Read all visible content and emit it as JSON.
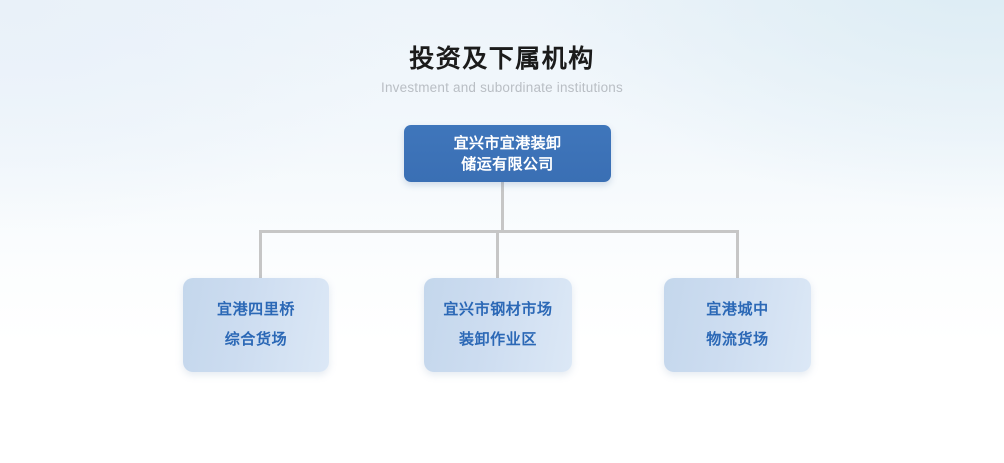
{
  "header": {
    "title": "投资及下属机构",
    "subtitle": "Investment and subordinate institutions"
  },
  "org_chart": {
    "root": {
      "label_line1": "宜兴市宜港装卸",
      "label_line2": "储运有限公司",
      "full_label": "宜兴市宜港装卸储运有限公司",
      "bg_color": "#3a71b8",
      "text_color": "#ffffff"
    },
    "children": [
      {
        "label_line1": "宜港四里桥",
        "label_line2": "综合货场",
        "full_label": "宜港四里桥综合货场",
        "bg_color": "#cbdcef",
        "text_color": "#2b68b6"
      },
      {
        "label_line1": "宜兴市钢材市场",
        "label_line2": "装卸作业区",
        "full_label": "宜兴市钢材市场装卸作业区",
        "bg_color": "#cbdcef",
        "text_color": "#2b68b6"
      },
      {
        "label_line1": "宜港城中",
        "label_line2": "物流货场",
        "full_label": "宜港城中物流货场",
        "bg_color": "#cbdcef",
        "text_color": "#2b68b6"
      }
    ],
    "connector_color": "#c6c6c6"
  },
  "theme": {
    "background_top_left": "#edf4fa",
    "background_top_right": "#dcecf4",
    "background_bottom": "#ffffff",
    "title_color": "#1b1b1b",
    "subtitle_color": "#b9bec4"
  }
}
